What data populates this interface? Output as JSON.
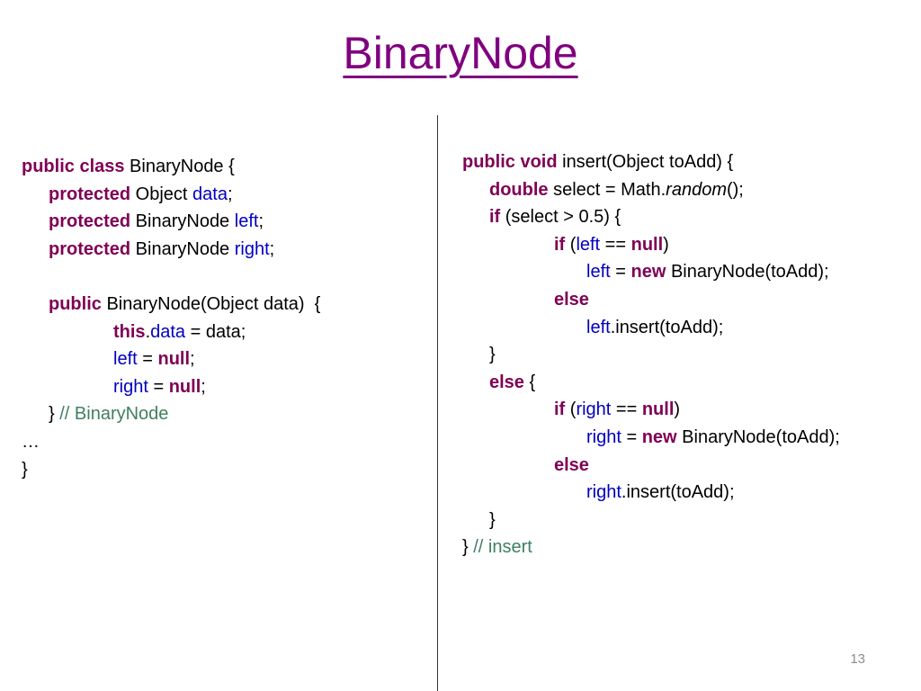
{
  "slide": {
    "title": "BinaryNode",
    "page_number": "13"
  },
  "colors": {
    "title": "#800080",
    "keyword": "#7f0055",
    "field": "#0000c0",
    "comment": "#3f7f5f"
  },
  "code_left": [
    {
      "indent": 0,
      "tokens": [
        {
          "t": "public class",
          "s": "kw"
        },
        {
          "t": " BinaryNode {"
        }
      ]
    },
    {
      "indent": 1,
      "tokens": [
        {
          "t": "protected",
          "s": "kw"
        },
        {
          "t": " Object "
        },
        {
          "t": "data",
          "s": "fld"
        },
        {
          "t": ";"
        }
      ]
    },
    {
      "indent": 1,
      "tokens": [
        {
          "t": "protected",
          "s": "kw"
        },
        {
          "t": " BinaryNode "
        },
        {
          "t": "left",
          "s": "fld"
        },
        {
          "t": ";"
        }
      ]
    },
    {
      "indent": 1,
      "tokens": [
        {
          "t": "protected",
          "s": "kw"
        },
        {
          "t": " BinaryNode "
        },
        {
          "t": "right",
          "s": "fld"
        },
        {
          "t": ";"
        }
      ]
    },
    {
      "indent": 0,
      "tokens": []
    },
    {
      "indent": 1,
      "tokens": [
        {
          "t": "public",
          "s": "kw"
        },
        {
          "t": " BinaryNode(Object data)  {"
        }
      ]
    },
    {
      "indent": 2,
      "tokens": [
        {
          "t": "this",
          "s": "kw"
        },
        {
          "t": "."
        },
        {
          "t": "data",
          "s": "fld"
        },
        {
          "t": " = data;"
        }
      ]
    },
    {
      "indent": 2,
      "tokens": [
        {
          "t": "left",
          "s": "fld"
        },
        {
          "t": " = "
        },
        {
          "t": "null",
          "s": "kw"
        },
        {
          "t": ";"
        }
      ]
    },
    {
      "indent": 2,
      "tokens": [
        {
          "t": "right",
          "s": "fld"
        },
        {
          "t": " = "
        },
        {
          "t": "null",
          "s": "kw"
        },
        {
          "t": ";"
        }
      ]
    },
    {
      "indent": 1,
      "tokens": [
        {
          "t": "} "
        },
        {
          "t": "// BinaryNode",
          "s": "cm"
        }
      ]
    },
    {
      "indent": 0,
      "tokens": [
        {
          "t": "…"
        }
      ]
    },
    {
      "indent": 0,
      "tokens": [
        {
          "t": "}"
        }
      ]
    }
  ],
  "code_right": [
    {
      "indent": 0,
      "tokens": [
        {
          "t": "public void",
          "s": "kw"
        },
        {
          "t": " insert(Object toAdd) {"
        }
      ]
    },
    {
      "indent": 1,
      "tokens": [
        {
          "t": "double",
          "s": "kw"
        },
        {
          "t": " select = Math."
        },
        {
          "t": "random",
          "s": "it"
        },
        {
          "t": "();"
        }
      ]
    },
    {
      "indent": 1,
      "tokens": [
        {
          "t": "if",
          "s": "kw"
        },
        {
          "t": " (select > 0.5) {"
        }
      ]
    },
    {
      "indent": 2,
      "tokens": [
        {
          "t": "if",
          "s": "kw"
        },
        {
          "t": " ("
        },
        {
          "t": "left",
          "s": "fld"
        },
        {
          "t": " == "
        },
        {
          "t": "null",
          "s": "kw"
        },
        {
          "t": ")"
        }
      ]
    },
    {
      "indent": 3,
      "tokens": [
        {
          "t": "left",
          "s": "fld"
        },
        {
          "t": " = "
        },
        {
          "t": "new",
          "s": "kw"
        },
        {
          "t": " BinaryNode(toAdd);"
        }
      ]
    },
    {
      "indent": 2,
      "tokens": [
        {
          "t": "else",
          "s": "kw"
        }
      ]
    },
    {
      "indent": 3,
      "tokens": [
        {
          "t": "left",
          "s": "fld"
        },
        {
          "t": ".insert(toAdd);"
        }
      ]
    },
    {
      "indent": 1,
      "tokens": [
        {
          "t": "}"
        }
      ]
    },
    {
      "indent": 1,
      "tokens": [
        {
          "t": "else",
          "s": "kw"
        },
        {
          "t": " {"
        }
      ]
    },
    {
      "indent": 2,
      "tokens": [
        {
          "t": "if",
          "s": "kw"
        },
        {
          "t": " ("
        },
        {
          "t": "right",
          "s": "fld"
        },
        {
          "t": " == "
        },
        {
          "t": "null",
          "s": "kw"
        },
        {
          "t": ")"
        }
      ]
    },
    {
      "indent": 3,
      "tokens": [
        {
          "t": "right",
          "s": "fld"
        },
        {
          "t": " = "
        },
        {
          "t": "new",
          "s": "kw"
        },
        {
          "t": " BinaryNode(toAdd);"
        }
      ]
    },
    {
      "indent": 2,
      "tokens": [
        {
          "t": "else",
          "s": "kw"
        }
      ]
    },
    {
      "indent": 3,
      "tokens": [
        {
          "t": "right",
          "s": "fld"
        },
        {
          "t": ".insert(toAdd);"
        }
      ]
    },
    {
      "indent": 1,
      "tokens": [
        {
          "t": "}"
        }
      ]
    },
    {
      "indent": 0,
      "tokens": [
        {
          "t": "} "
        },
        {
          "t": "// insert",
          "s": "cm"
        }
      ]
    }
  ]
}
